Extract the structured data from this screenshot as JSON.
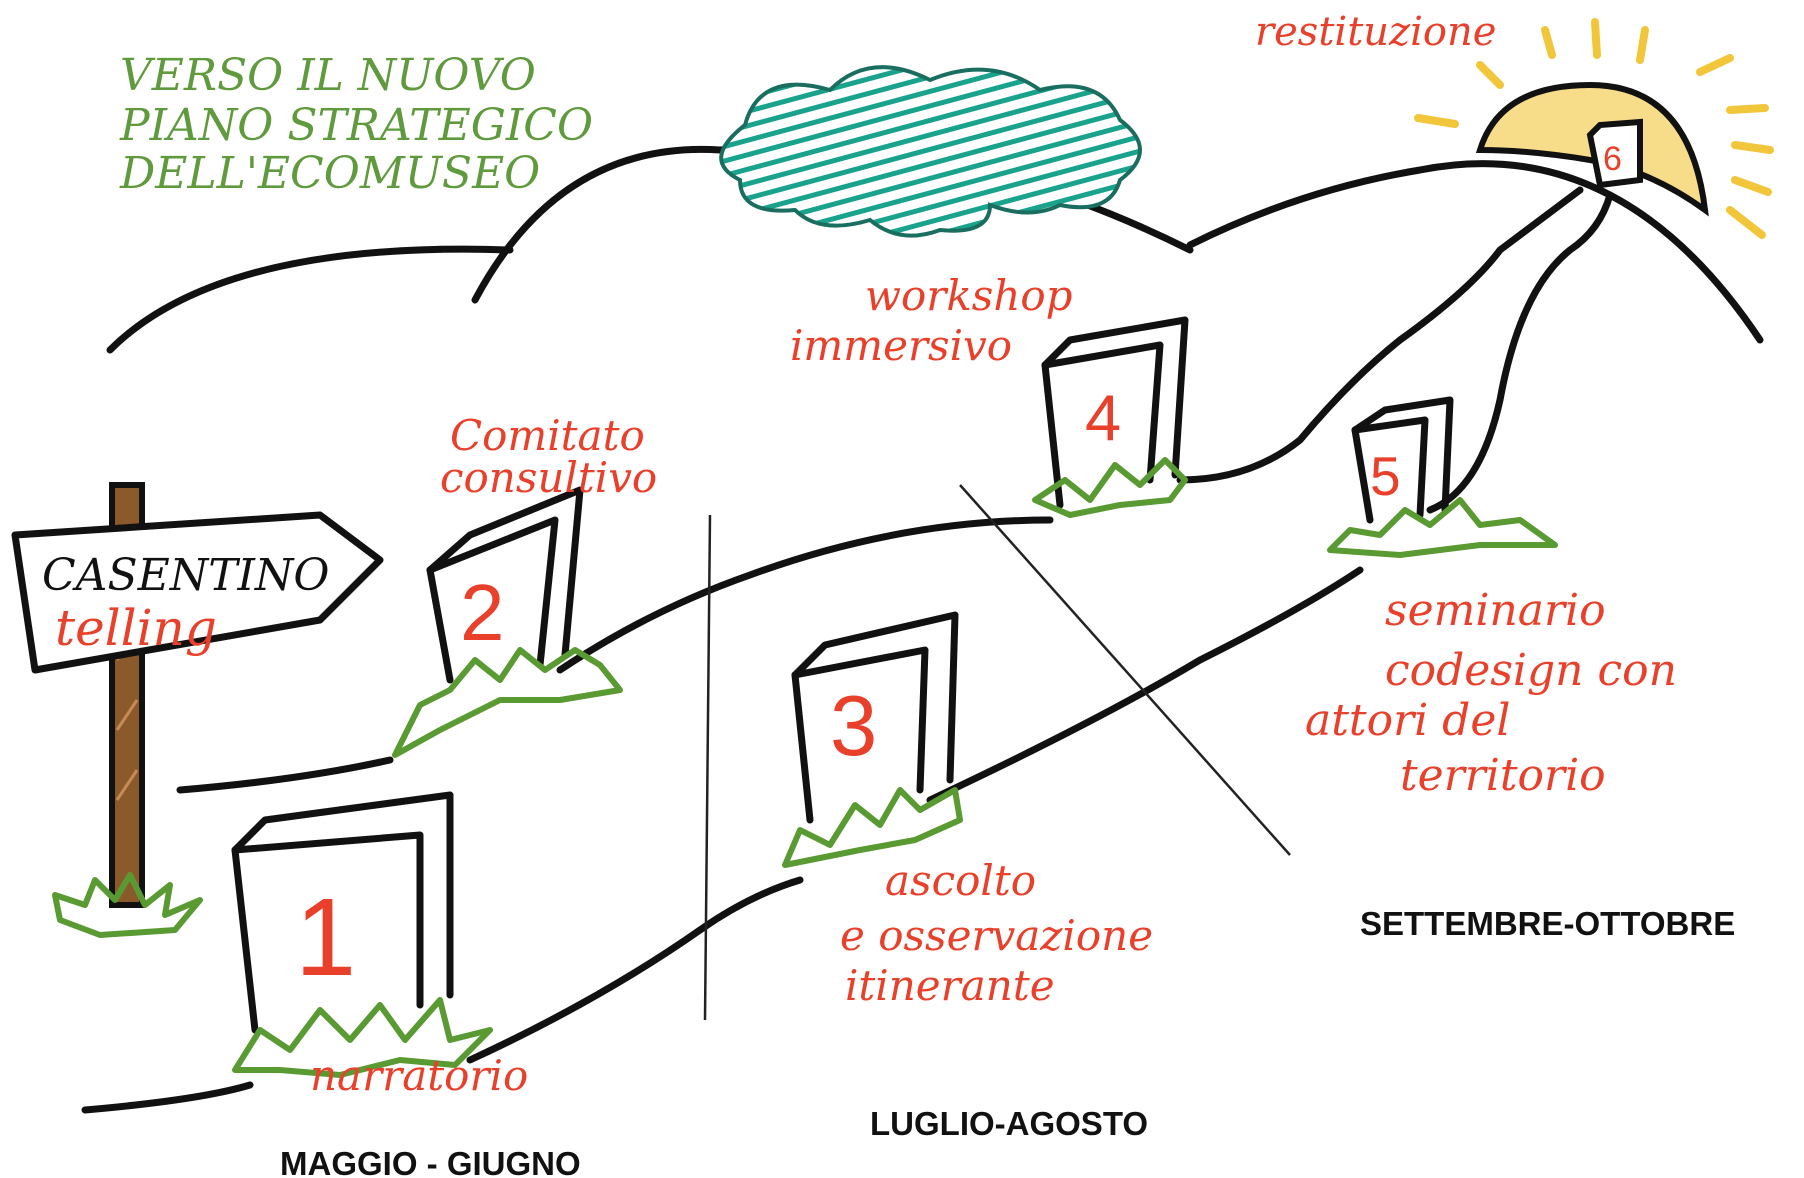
{
  "title_lines": [
    "VERSO IL NUOVO",
    "PIANO STRATEGICO",
    "DELL'ECOMUSEO"
  ],
  "signpost": {
    "line1": "CASENTINO",
    "line2": "telling"
  },
  "stages": [
    {
      "number": "1",
      "label_lines": [
        "narratorio"
      ]
    },
    {
      "number": "2",
      "label_lines": [
        "Comitato",
        "consultivo"
      ]
    },
    {
      "number": "3",
      "label_lines": [
        "ascolto",
        "e osservazione",
        "itinerante"
      ]
    },
    {
      "number": "4",
      "label_lines": [
        "workshop",
        "immersivo"
      ]
    },
    {
      "number": "5",
      "label_lines": [
        "seminario",
        "codesign con",
        "attori del",
        "territorio"
      ]
    },
    {
      "number": "6",
      "label_lines": [
        "restituzione"
      ]
    }
  ],
  "periods": [
    "MAGGIO - GIUGNO",
    "LUGLIO-AGOSTO",
    "SETTEMBRE-OTTOBRE"
  ],
  "colors": {
    "title_green": "#5f9a3c",
    "label_red": "#e8402a",
    "grass_green": "#5a9a32",
    "cloud_teal": "#1aa38c",
    "sun_yellow": "#f2c63a",
    "post_brown": "#8b5a2b",
    "ink": "#111111"
  }
}
